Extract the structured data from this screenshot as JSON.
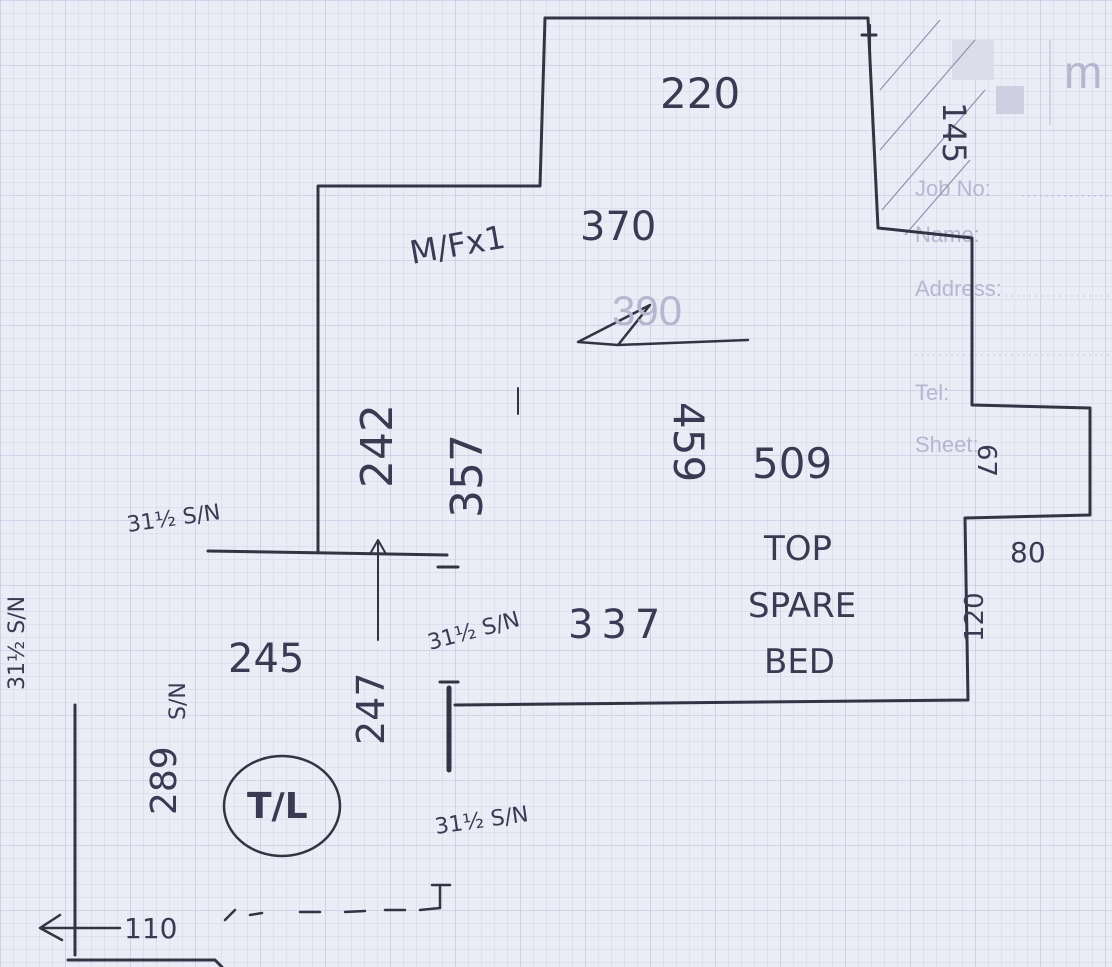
{
  "sheet": {
    "logo_letter": "m",
    "form_fields": {
      "job_no": "Job No:",
      "name": "Name:",
      "address": "Address:",
      "tel": "Tel:",
      "sheet": "Sheet:"
    }
  },
  "sketch": {
    "labels": {
      "top_width": "220",
      "right_upper": "145",
      "room_code": "M/Fx1",
      "upper_width": "370",
      "faint_number": "390",
      "left_wall": "242",
      "dim_357": "357",
      "dim_459": "459",
      "dim_509": "509",
      "room_name_1": "TOP",
      "room_name_2": "SPARE",
      "room_name_3": "BED",
      "bay_67": "67",
      "bay_80": "80",
      "right_lower": "120",
      "lower_width": "337",
      "socket_upper": "31½ S/N",
      "socket_mid": "31½ S/N",
      "socket_low": "31½ S/N",
      "socket_left": "31½ S/N",
      "landing_width": "245",
      "landing_height": "247",
      "landing_side": "289",
      "landing_unit": "S/N",
      "circle_label": "T/L",
      "bottom_width": "110"
    }
  }
}
